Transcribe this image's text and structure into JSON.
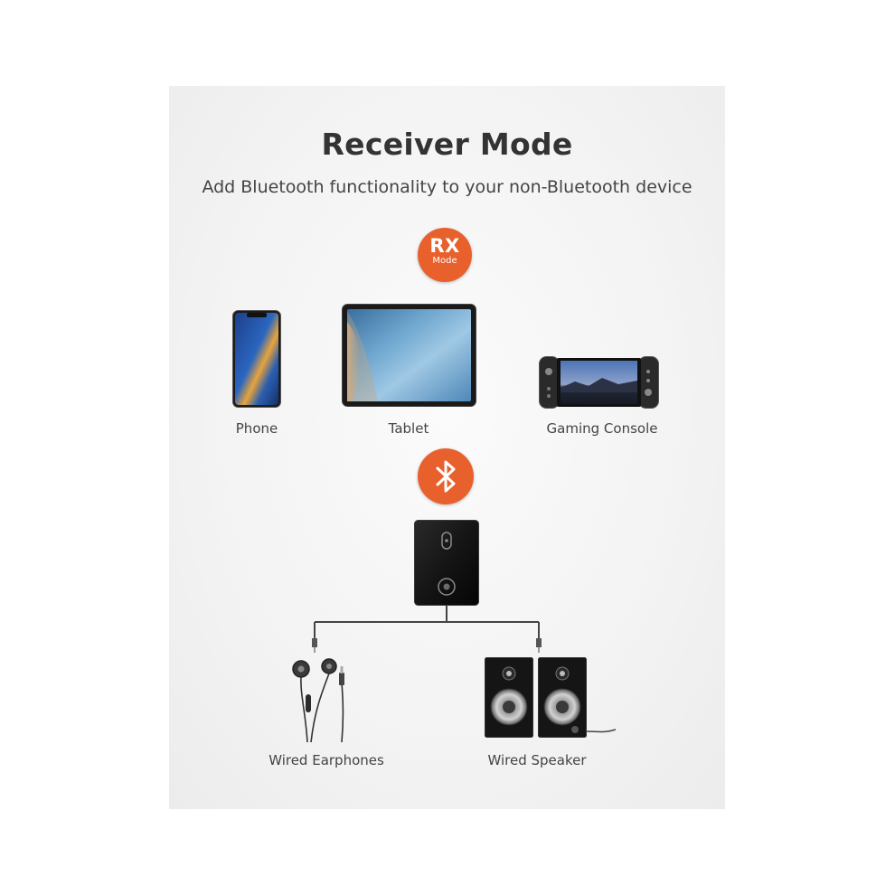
{
  "header": {
    "title": "Receiver Mode",
    "subtitle": "Add Bluetooth functionality to your non-Bluetooth device"
  },
  "rx_badge": {
    "line1": "RX",
    "line2": "Mode",
    "color": "#e8602c"
  },
  "bluetooth_badge": {
    "icon": "bluetooth-icon",
    "color": "#e8602c"
  },
  "sources": [
    {
      "label": "Phone",
      "icon": "phone-icon"
    },
    {
      "label": "Tablet",
      "icon": "tablet-icon"
    },
    {
      "label": "Gaming Console",
      "icon": "gaming-console-icon"
    }
  ],
  "receiver": {
    "icon": "receiver-device-icon"
  },
  "outputs": [
    {
      "label": "Wired Earphones",
      "icon": "wired-earphones-icon"
    },
    {
      "label": "Wired Speaker",
      "icon": "wired-speaker-icon"
    }
  ]
}
